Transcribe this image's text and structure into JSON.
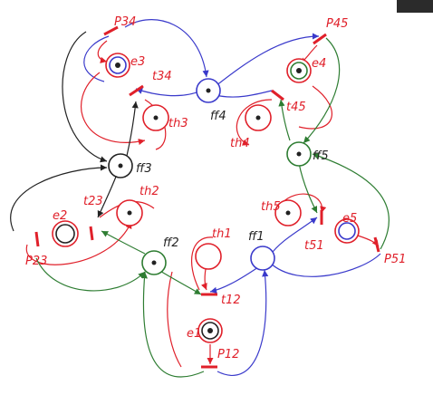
{
  "diagram": {
    "colors": {
      "red": "#e0202a",
      "blue": "#3a3acb",
      "green": "#2e7d32",
      "black": "#222222"
    },
    "labels": {
      "p34": "P34",
      "p45": "P45",
      "p51": "P51",
      "p12": "P12",
      "p23": "P23",
      "e1": "e1",
      "e2": "e2",
      "e3": "e3",
      "e4": "e4",
      "e5": "e5",
      "t12": "t12",
      "t23": "t23",
      "t34": "t34",
      "t45": "t45",
      "t51": "t51",
      "th1": "th1",
      "th2": "th2",
      "th3": "th3",
      "th4": "th4",
      "th5": "th5",
      "ff1": "ff1",
      "ff2": "ff2",
      "ff3": "ff3",
      "ff4": "ff4",
      "ff5": "ff5"
    }
  }
}
